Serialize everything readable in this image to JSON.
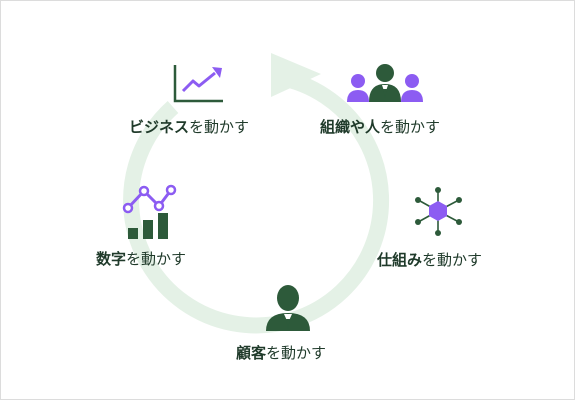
{
  "colors": {
    "ring": "#e4f1e6",
    "dark_green": "#2d5a3a",
    "purple": "#8c5cf2",
    "text": "#1f3a2a",
    "border": "#dcdcdc"
  },
  "nodes": [
    {
      "id": "business",
      "strong": "ビジネス",
      "rest": "を動かす",
      "icon": "trending-up-chart-icon"
    },
    {
      "id": "people",
      "strong": "組織や人",
      "rest": "を動かす",
      "icon": "team-people-icon"
    },
    {
      "id": "system",
      "strong": "仕組み",
      "rest": "を動かす",
      "icon": "network-hub-icon"
    },
    {
      "id": "customer",
      "strong": "顧客",
      "rest": "を動かす",
      "icon": "customer-person-icon"
    },
    {
      "id": "numbers",
      "strong": "数字",
      "rest": "を動かす",
      "icon": "bar-line-chart-icon"
    }
  ]
}
